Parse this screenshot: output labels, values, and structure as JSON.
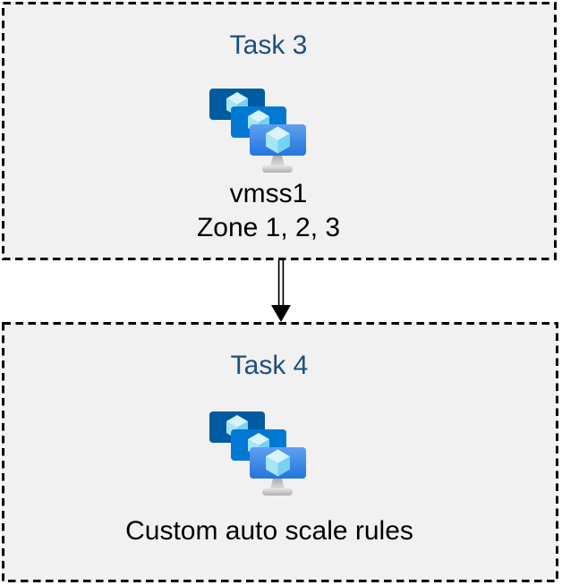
{
  "diagram": {
    "boxes": [
      {
        "title": "Task 3",
        "icon": "vm-scale-sets-icon",
        "label_lines": [
          "vmss1",
          "Zone 1, 2, 3"
        ]
      },
      {
        "title": "Task 4",
        "icon": "vm-scale-sets-icon",
        "label_lines": [
          "Custom auto scale rules"
        ]
      }
    ],
    "connector": {
      "type": "double-line-arrow",
      "direction": "down"
    },
    "colors": {
      "title_text": "#1F4E79",
      "label_text": "#000000",
      "box_background": "#F1F1F2",
      "box_border": "#000000",
      "icon_back_screen": "#005BA1",
      "icon_middle_screen": "#0078D4",
      "icon_front_screen_gradient_top": "#5EA0EF",
      "icon_front_screen_gradient_bottom": "#2475DC",
      "cube_top_face": "#D8F4FC",
      "cube_left_face": "#A5E5F8",
      "cube_right_face": "#76D1F3"
    }
  }
}
